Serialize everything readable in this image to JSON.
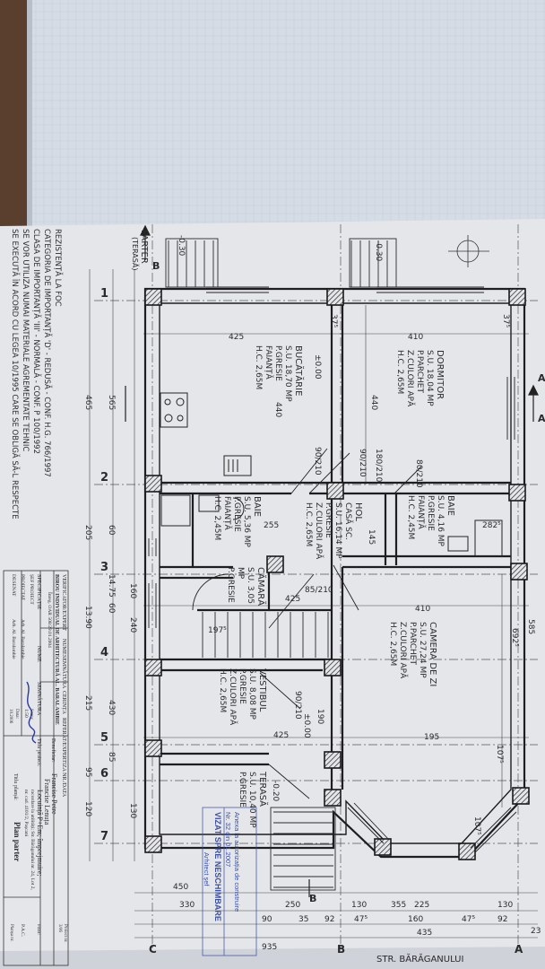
{
  "floor_label": "PARTER",
  "floor_sublabel": "(TERASĂ)",
  "notes": [
    "REZISTENȚĂ LA FOC",
    "CATEGORIA DE IMPORTANȚĂ 'D' - REDUSĂ - CONF. H.G. 766/1997",
    "CLASA DE IMPORTANȚĂ 'III' - NORMALĂ - CONF. P 100/1992",
    "SE VOR UTILIZA NUMAI MATERIALE AGREMENTATE TEHNIC",
    "SE EXECUTĂ ÎN ACORD CU LEGEA 10/1995 CARE SE OBLIGĂ SĂ-L RESPECTE"
  ],
  "grid_axes": {
    "numbers": [
      "1",
      "2",
      "3",
      "4",
      "5",
      "6",
      "7"
    ],
    "letters": [
      "A",
      "B",
      "C"
    ]
  },
  "rooms": [
    {
      "lines": [
        "BUCĂTĂRIE",
        "S.U. 18,70 MP",
        "P.GRESIE",
        "FAIANȚĂ",
        "H.C. 2,65M"
      ]
    },
    {
      "lines": [
        "DORMITOR",
        "S.U. 18,04 MP",
        "P.PARCHET",
        "Z.CULORI APĂ",
        "H.C. 2,65M"
      ]
    },
    {
      "lines": [
        "HOL",
        "CASĂ SC.",
        "S.U. 16,14 MP",
        "P.GRESIE",
        "Z.CULORI APĂ",
        "H.C. 2,65M"
      ]
    },
    {
      "lines": [
        "BAIE",
        "S.U. 4,16 MP",
        "P.GRESIE",
        "FAIANȚĂ",
        "H.C. 2,45M"
      ]
    },
    {
      "lines": [
        "BAIE",
        "S.U. 5,36 MP",
        "P.GRESIE",
        "FAIANȚĂ",
        "H.C. 2,45M"
      ]
    },
    {
      "lines": [
        "CĂMARĂ",
        "S.U. 3,05",
        "MP",
        "P.GRESIE"
      ]
    },
    {
      "lines": [
        "VESTIBUL",
        "S.U. 8,08 MP",
        "P.GRESIE",
        "Z.CULORI APĂ",
        "H.C. 2,65M"
      ]
    },
    {
      "lines": [
        "CAMERA DE ZI",
        "S.U. 27,24 MP",
        "P.PARCHET",
        "Z.CULORI APĂ",
        "H.C. 2,65M"
      ]
    },
    {
      "lines": [
        "TERASĂ",
        "S.U. 10,40 MP",
        "P.GRESIE"
      ]
    }
  ],
  "dimensions": [
    "465",
    "565",
    "205",
    "60",
    "13.90",
    "14.75",
    "160",
    "60",
    "240",
    "215",
    "430",
    "95",
    "85",
    "130",
    "120",
    "450",
    "330",
    "250",
    "130",
    "225",
    "130",
    "355",
    "90",
    "35",
    "92",
    "47⁵",
    "160",
    "47⁵",
    "92",
    "23",
    "435",
    "935",
    "425",
    "410",
    "440",
    "440",
    "37⁵",
    "37⁵",
    "255",
    "282⁵",
    "197⁵",
    "425",
    "425",
    "410",
    "585",
    "692⁵",
    "195",
    "107⁵",
    "107⁵",
    "190",
    "145",
    "180/210",
    "90/210",
    "90/210",
    "80/210",
    "85/210",
    "90/210"
  ],
  "levels": [
    "±0.00",
    "±0.00",
    "-0.20",
    "-0.30",
    "-0.30"
  ],
  "section_marks": [
    "A",
    "A",
    "B",
    "B"
  ],
  "street": "STR. BĂRĂGANULUI",
  "stamp": {
    "title": "VIZAT SPRE NESCHIMBARE",
    "line1": "Anexa la autorizația de construire",
    "line2": "Nr. 32 din 01.2007",
    "line3": "Arhitect șef"
  },
  "title_block": {
    "verif_header": [
      "VERIFICATOR/EXPERT",
      "NUME",
      "SEMNĂTURA",
      "CERINȚA",
      "REFERAT/EXPERTIZA NR./DATA"
    ],
    "office": "BIROU INDIVIDUAL DE ARHITECTURĂ AL. BARALAMBIE",
    "office_reg": "Înreg. OAR 508/29.01.2004",
    "beneficiary_label": "Beneficiar:",
    "beneficiary": [
      "Francise Petre",
      "Francise Lenuța"
    ],
    "project_title_label": "Titlu proiect:",
    "project_title": [
      "Locuință P+Em; împrejmuire;",
      "racordare la utilități; Str. Bărăganului nr. 24, Lot 2,",
      "nr. cad. 4101/2, Pașcani"
    ],
    "spec_header": [
      "SPECIFICAȚIE",
      "NUME",
      "SEMNĂTURA"
    ],
    "roles": [
      {
        "role": "ȘEF PROIECT",
        "name": ""
      },
      {
        "role": "PROIECTAT",
        "name": "Arh. Al. Baralambie"
      },
      {
        "role": "DESENAT",
        "name": "Arh. Al. Baralambie"
      }
    ],
    "scale_label": "Scara:",
    "scale": "1:50",
    "date_label": "Data:",
    "date": "10.2006",
    "sheet_title_label": "Titlu planșă:",
    "sheet_title": "Plan parter",
    "project_no_label": "Proiect nr.",
    "project_no": "3/06",
    "phase_label": "Faza:",
    "phase": "P.A.C.",
    "sheet_no_label": "Planșa nr."
  },
  "colors": {
    "paper": "#e4e6ea",
    "notebook": "#d6dce5",
    "ink": "#222226",
    "stamp": "#3b4fa3",
    "desk": "#5a3f2e"
  }
}
